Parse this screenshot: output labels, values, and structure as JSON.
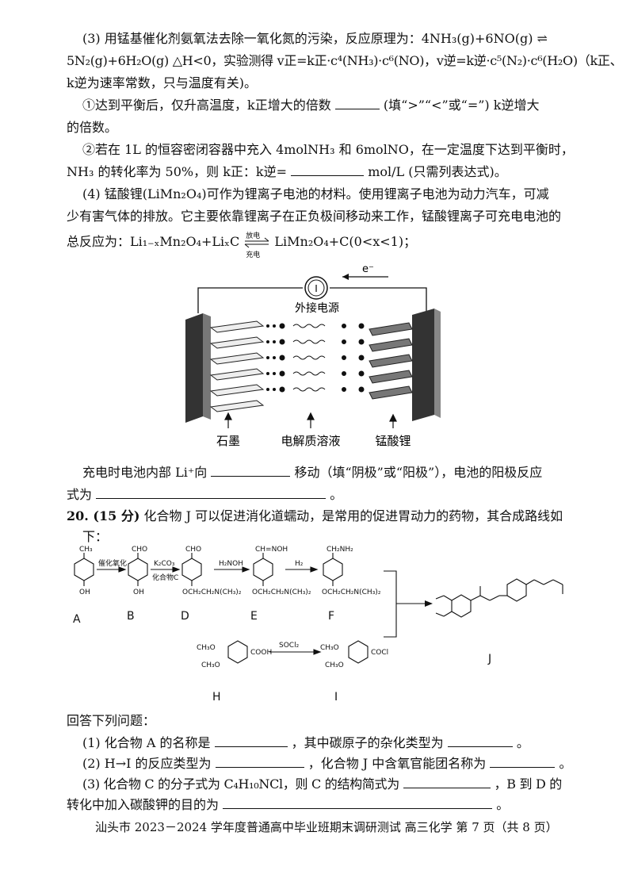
{
  "q19": {
    "p3_line1": "(3) 用锰基催化剂氨氧法去除一氧化氮的污染，反应原理为：4NH₃(g)+6NO(g) ⇌",
    "p3_line2": "5N₂(g)+6H₂O(g)  △H<0，实验测得 v正=k正·c⁴(NH₃)·c⁶(NO)，v逆=k逆·c⁵(N₂)·c⁶(H₂O)（k正、",
    "p3_line3": "k逆为速率常数，只与温度有关)。",
    "p3_q1_a": "①达到平衡后，仅升高温度，k正增大的倍数",
    "p3_q1_b": "(填“>”“<”或“=”) k逆增大",
    "p3_q1_c": "的倍数。",
    "p3_q2_a": "②若在 1L 的恒容密闭容器中充入 4molNH₃ 和 6molNO，在一定温度下达到平衡时，",
    "p3_q2_b": "NH₃ 的转化率为 50%，则 k正：k逆=",
    "p3_q2_c": "mol/L (只需列表达式)。",
    "p4_line1": "(4) 锰酸锂(LiMn₂O₄)可作为锂离子电池的材料。使用锂离子电池为动力汽车，可减",
    "p4_line2": "少有害气体的排放。它主要依靠锂离子在正负极间移动来工作，锰酸锂离子可充电电池的",
    "p4_line3_a": "总反应为：Li₁₋ₓMn₂O₄+LiₓC",
    "p4_line3_b": "LiMn₂O₄+C(0<x<1)；",
    "arrow_top": "放电",
    "arrow_bottom": "充电",
    "diagram": {
      "electron": "e⁻",
      "power_label": "外接电源",
      "meter_symbol": "I",
      "left_label": "石墨",
      "middle_label": "电解质溶液",
      "right_label": "锰酸锂"
    },
    "charge_a": "充电时电池内部 Li⁺向",
    "charge_b": "移动（填“阴极”或“阳极”），电池的阳极反应",
    "charge_c": "式为",
    "charge_end": "。"
  },
  "q20": {
    "number": "20. (15 分)",
    "intro_a": "化合物 J 可以促进消化道蠕动，是常用的促进胃动力的药物，其合成路线如",
    "intro_b": "下：",
    "scheme": {
      "A": "A",
      "B": "B",
      "D": "D",
      "E": "E",
      "F": "F",
      "H": "H",
      "I": "I",
      "J": "J",
      "cond_AB": "催化氧化",
      "cond_BD_top": "K₂CO₃",
      "cond_BD_bottom": "化合物C",
      "cond_DE": "H₂NOH",
      "cond_EF": "H₂",
      "cond_HI": "SOCl₂",
      "A_top": "CH₃",
      "A_bottom": "OH",
      "B_top": "CHO",
      "B_bottom": "OH",
      "D_top": "CHO",
      "D_bottom": "OCH₂CH₂N(CH₃)₂",
      "E_top": "CH=NOH",
      "E_bottom": "OCH₂CH₂N(CH₃)₂",
      "F_top": "CH₂NH₂",
      "F_bottom": "OCH₂CH₂N(CH₃)₂",
      "H_ome1": "CH₃O",
      "H_ome2": "CH₃O",
      "H_group": "COOH",
      "I_ome1": "CH₃O",
      "I_ome2": "CH₃O",
      "I_group": "COCl"
    },
    "answer_header": "回答下列问题：",
    "q1_a": "(1) 化合物 A 的名称是",
    "q1_b": "，其中碳原子的杂化类型为",
    "q1_c": "。",
    "q2_a": "(2) H→I 的反应类型为",
    "q2_b": "，化合物 J 中含氧官能团名称为",
    "q2_c": "。",
    "q3_a": "(3) 化合物 C 的分子式为 C₄H₁₀NCl，则 C 的结构简式为",
    "q3_b": "，B 到 D 的",
    "q3_c": "转化中加入碳酸钾的目的为",
    "q3_d": "。"
  },
  "footer": "汕头市 2023－2024 学年度普通高中毕业班期末调研测试   高三化学   第 7 页（共 8 页）"
}
